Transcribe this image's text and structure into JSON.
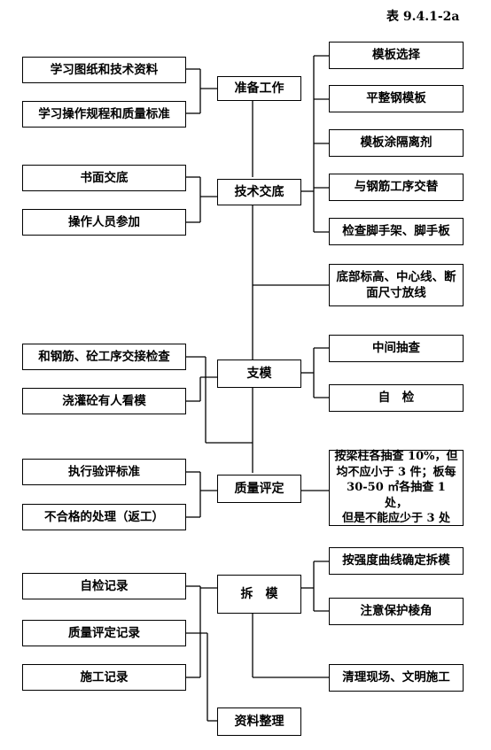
{
  "table_no": "表 9.4.1-2a",
  "center": {
    "prep": "准备工作",
    "tech": "技术交底",
    "support": "支模",
    "quality": "质量评定",
    "remove": "拆　模",
    "docs": "资料整理"
  },
  "left": {
    "study_drawings": "学习图纸和技术资料",
    "study_rules": "学习操作规程和质量标准",
    "written": "书面交底",
    "staff": "操作人员参加",
    "handover": "和钢筋、砼工序交接检查",
    "pour_watch": "浇灌砼有人看模",
    "execute_std": "执行验评标准",
    "unqualified": "不合格的处理（返工）",
    "self_record": "自检记录",
    "quality_record": "质量评定记录",
    "construction_record": "施工记录"
  },
  "right": {
    "select_form": "模板选择",
    "flatten": "平整钢模板",
    "release_agent": "模板涂隔离剂",
    "rebar_alternate": "与钢筋工序交替",
    "scaffold": "检查脚手架、脚手板",
    "elevation": "底部标高、中心线、断\n面尺寸放线",
    "mid_check": "中间抽查",
    "self_check": "自　检",
    "sampling": "按梁柱各抽查 10%，但\n均不应小于 3 件；板每\n30-50 ㎡各抽查 1 处，\n但是不能应少于 3 处",
    "strength_curve": "按强度曲线确定拆模",
    "protect_corner": "注意保护棱角",
    "clean_site": "清理现场、文明施工"
  }
}
